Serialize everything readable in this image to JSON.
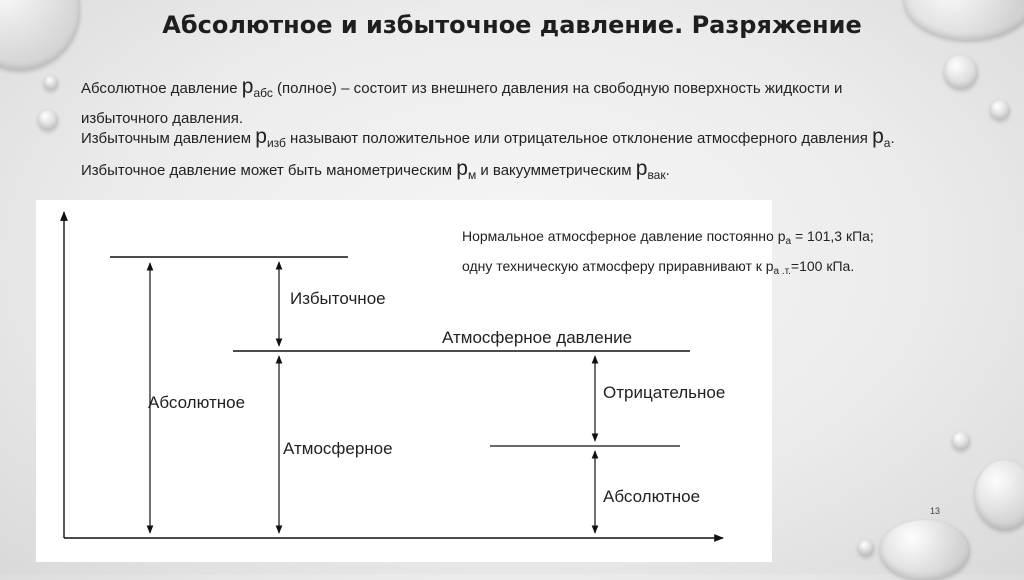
{
  "title": "Абсолютное и избыточное давление. Разряжение",
  "paragraph1": {
    "lead": "Абсолютное давление ",
    "symbol": "р",
    "subscript": "абс",
    "rest": "  (полное) – состоит из внешнего давления на свободную поверхность жидкости и избыточного давления."
  },
  "paragraph2": {
    "lead": "Избыточным давлением ",
    "symbol": "р",
    "subscript": "изб",
    "mid1": " называют положительное или отрицательное отклонение атмосферного давления ",
    "symbol2": "р",
    "subscript2": "а",
    "mid2": ". Избыточное давление может быть манометрическим ",
    "symbol3": "р",
    "subscript3": "м",
    "mid3": " и вакуумметрическим ",
    "symbol4": "р",
    "subscript4": "вак",
    "end": "."
  },
  "note": {
    "line1_text": "Нормальное атмосферное давление постоянно р",
    "line1_sub": "а",
    "line1_end": " = 101,3 кПа;",
    "line2_text": "одну техническую атмосферу приравнивают к р",
    "line2_sub": "а .т.",
    "line2_end": "=100 кПа."
  },
  "diagram": {
    "label_excess": "Избыточное",
    "label_atm_pressure": "Атмосферное давление",
    "label_absolute_left": "Абсолютное",
    "label_atmospheric": "Атмосферное",
    "label_negative": "Отрицательное",
    "label_absolute_right": "Абсолютное"
  },
  "page_number": "13"
}
